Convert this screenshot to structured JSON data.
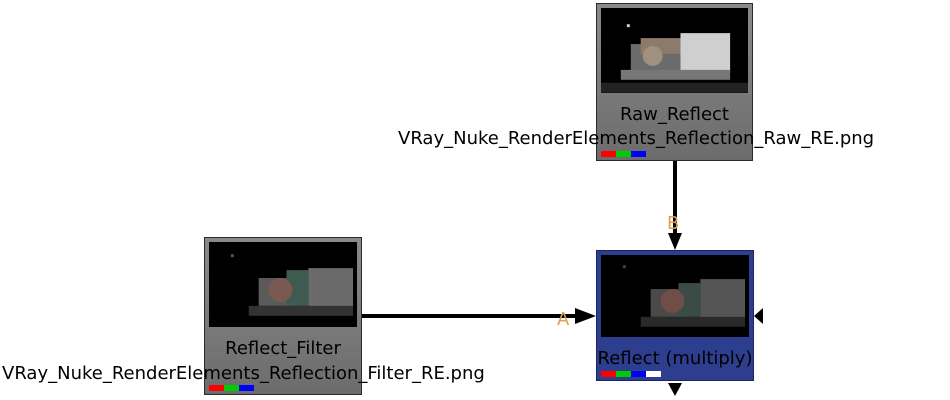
{
  "graph": {
    "nodes": {
      "raw_reflect": {
        "name": "Raw_Reflect",
        "file": "VRay_Nuke_RenderElements_Reflection_Raw_RE.png",
        "channels": [
          "#ff0000",
          "#00cc00",
          "#0000ff"
        ]
      },
      "reflect_filter": {
        "name": "Reflect_Filter",
        "file": "VRay_Nuke_RenderElements_Reflection_Filter_RE.png",
        "channels": [
          "#ff0000",
          "#00cc00",
          "#0000ff"
        ]
      },
      "reflect_merge": {
        "name": "Reflect (multiply)",
        "channels": [
          "#ff0000",
          "#00cc00",
          "#0000ff",
          "#ffffff"
        ]
      }
    },
    "inputs": {
      "a_label": "A",
      "b_label": "B"
    },
    "colors": {
      "read_node": "#7a7a7a",
      "merge_node": "#2d3e8f",
      "pipe": "#000000",
      "input_label": "#e0a050"
    }
  }
}
